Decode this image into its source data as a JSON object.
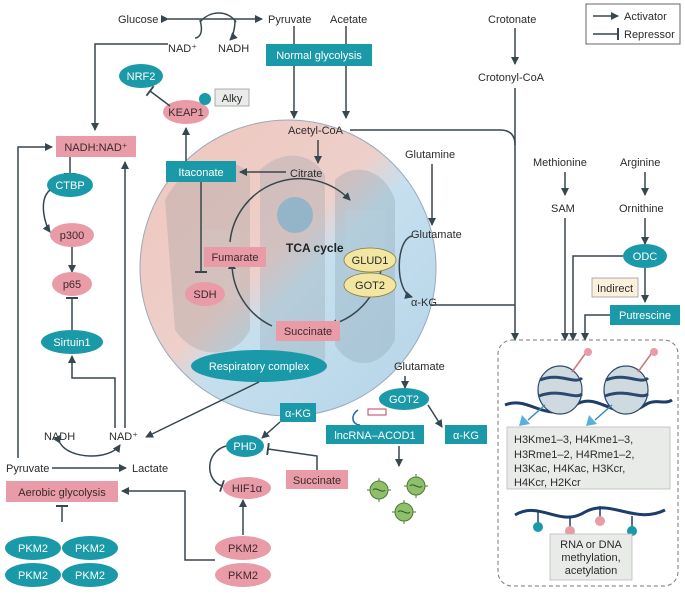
{
  "legend": {
    "activator": "Activator",
    "repressor": "Repressor"
  },
  "metabolites": {
    "glucose": "Glucose",
    "pyruvate_top": "Pyruvate",
    "acetate": "Acetate",
    "nad_plus_top": "NAD⁺",
    "nadh_top": "NADH",
    "crotonate": "Crotonate",
    "crotonyl_coa": "Crotonyl-CoA",
    "acetyl_coa": "Acetyl-CoA",
    "citrate": "Citrate",
    "glutamine": "Glutamine",
    "glutamate": "Glutamate",
    "akg": "α-KG",
    "methionine": "Methionine",
    "sam": "SAM",
    "arginine": "Arginine",
    "ornithine": "Ornithine",
    "glutamate_lower": "Glutamate",
    "nadh_bottom": "NADH",
    "nad_plus_bottom": "NAD⁺",
    "pyruvate_bottom": "Pyruvate",
    "lactate": "Lactate"
  },
  "boxes": {
    "normal_glycolysis": "Normal glycolysis",
    "nrf2": "NRF2",
    "keap1": "KEAP1",
    "alky": "Alky",
    "nadh_nad": "NADH:NAD⁺",
    "itaconate": "Itaconate",
    "ctbp": "CTBP",
    "p300": "p300",
    "p65": "p65",
    "sirtuin1": "Sirtuin1",
    "fumarate": "Fumarate",
    "sdh": "SDH",
    "tca_cycle": "TCA cycle",
    "glud1": "GLUD1",
    "got2": "GOT2",
    "succinate": "Succinate",
    "respiratory_complex": "Respiratory complex",
    "odc": "ODC",
    "indirect": "Indirect",
    "putrescine": "Putrescine",
    "akg_lower": "α-KG",
    "phd": "PHD",
    "hif1a": "HIF1α",
    "succinate_lower": "Succinate",
    "got2_lower": "GOT2",
    "lncrna": "lncRNA–ACOD1",
    "akg_right": "α-KG",
    "aerobic_glycolysis": "Aerobic glycolysis",
    "pkm2": "PKM2"
  },
  "histone_marks": [
    "H3Kme1–3, H4Kme1–3,",
    "H3Rme1–2, H4Rme1–2,",
    "H3Kac, H4Kac, H3Kcr,",
    "H4Kcr, H2Kcr"
  ],
  "methylation_note": [
    "RNA or DNA",
    "methylation,",
    "acetylation"
  ],
  "colors": {
    "teal": "#1a9aa8",
    "pink": "#e99ba7",
    "line": "#37474f",
    "pale_blue": "#bcdcea",
    "pale_pink": "#efc6bd"
  }
}
